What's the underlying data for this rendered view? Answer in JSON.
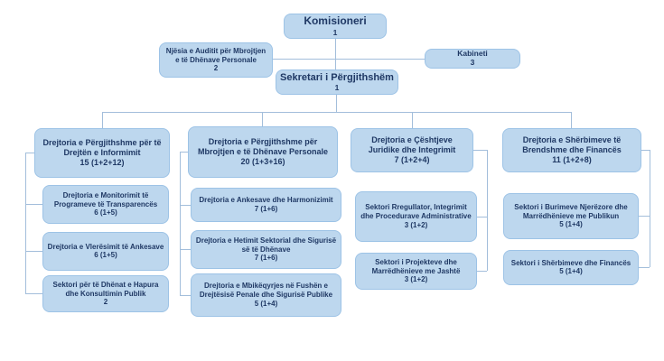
{
  "org_chart": {
    "root": {
      "label": "Komisioneri",
      "count": "1"
    },
    "staff_units": [
      {
        "label": "Njësia e Auditit për Mbrojtjen e të Dhënave Personale",
        "count": "2"
      },
      {
        "label": "Kabineti",
        "count": "3"
      }
    ],
    "secretary": {
      "label": "Sekretari i Përgjithshëm",
      "count": "1"
    },
    "departments": [
      {
        "label": "Drejtoria  e Përgjithshme për të Drejtën e Informimit",
        "count": "15 (1+2+12)",
        "children": [
          {
            "label": "Drejtoria e Monitorimit të Programeve të Transparencës",
            "count": "6 (1+5)"
          },
          {
            "label": "Drejtoria e Vlerësimit të Ankesave",
            "count": "6 (1+5)"
          },
          {
            "label": "Sektori për të Dhënat e Hapura dhe Konsultimin Publik",
            "count": "2"
          }
        ]
      },
      {
        "label": "Drejtoria e Përgjithshme për Mbrojtjen e të Dhënave Personale",
        "count": "20 (1+3+16)",
        "children": [
          {
            "label": "Drejtoria e Ankesave dhe Harmonizimit",
            "count": "7 (1+6)"
          },
          {
            "label": "Drejtoria e Hetimit Sektorial dhe Sigurisë së të Dhënave",
            "count": "7 (1+6)"
          },
          {
            "label": "Drejtoria e Mbikëqyrjes në Fushën e Drejtësisë Penale dhe Sigurisë Publike",
            "count": "5 (1+4)"
          }
        ]
      },
      {
        "label": "Drejtoria e Çështjeve Juridike dhe Integrimit",
        "count": "7 (1+2+4)",
        "children": [
          {
            "label": "Sektori Rregullator, Integrimit dhe Procedurave Administrative",
            "count": "3 (1+2)"
          },
          {
            "label": "Sektori i Projekteve dhe Marrëdhënieve me Jashtë",
            "count": "3 (1+2)"
          }
        ]
      },
      {
        "label": "Drejtoria e Shërbimeve të Brendshme dhe Financës",
        "count": "11 (1+2+8)",
        "children": [
          {
            "label": "Sektori i Burimeve Njerëzore dhe Marrëdhënieve me Publikun",
            "count": "5 (1+4)"
          },
          {
            "label": "Sektori i Shërbimeve dhe Financës",
            "count": "5 (1+4)"
          }
        ]
      }
    ],
    "colors": {
      "box_fill": "#bdd7ee",
      "box_border": "#9dc3e6",
      "text": "#1f3864",
      "connector": "#a3bedb"
    }
  }
}
